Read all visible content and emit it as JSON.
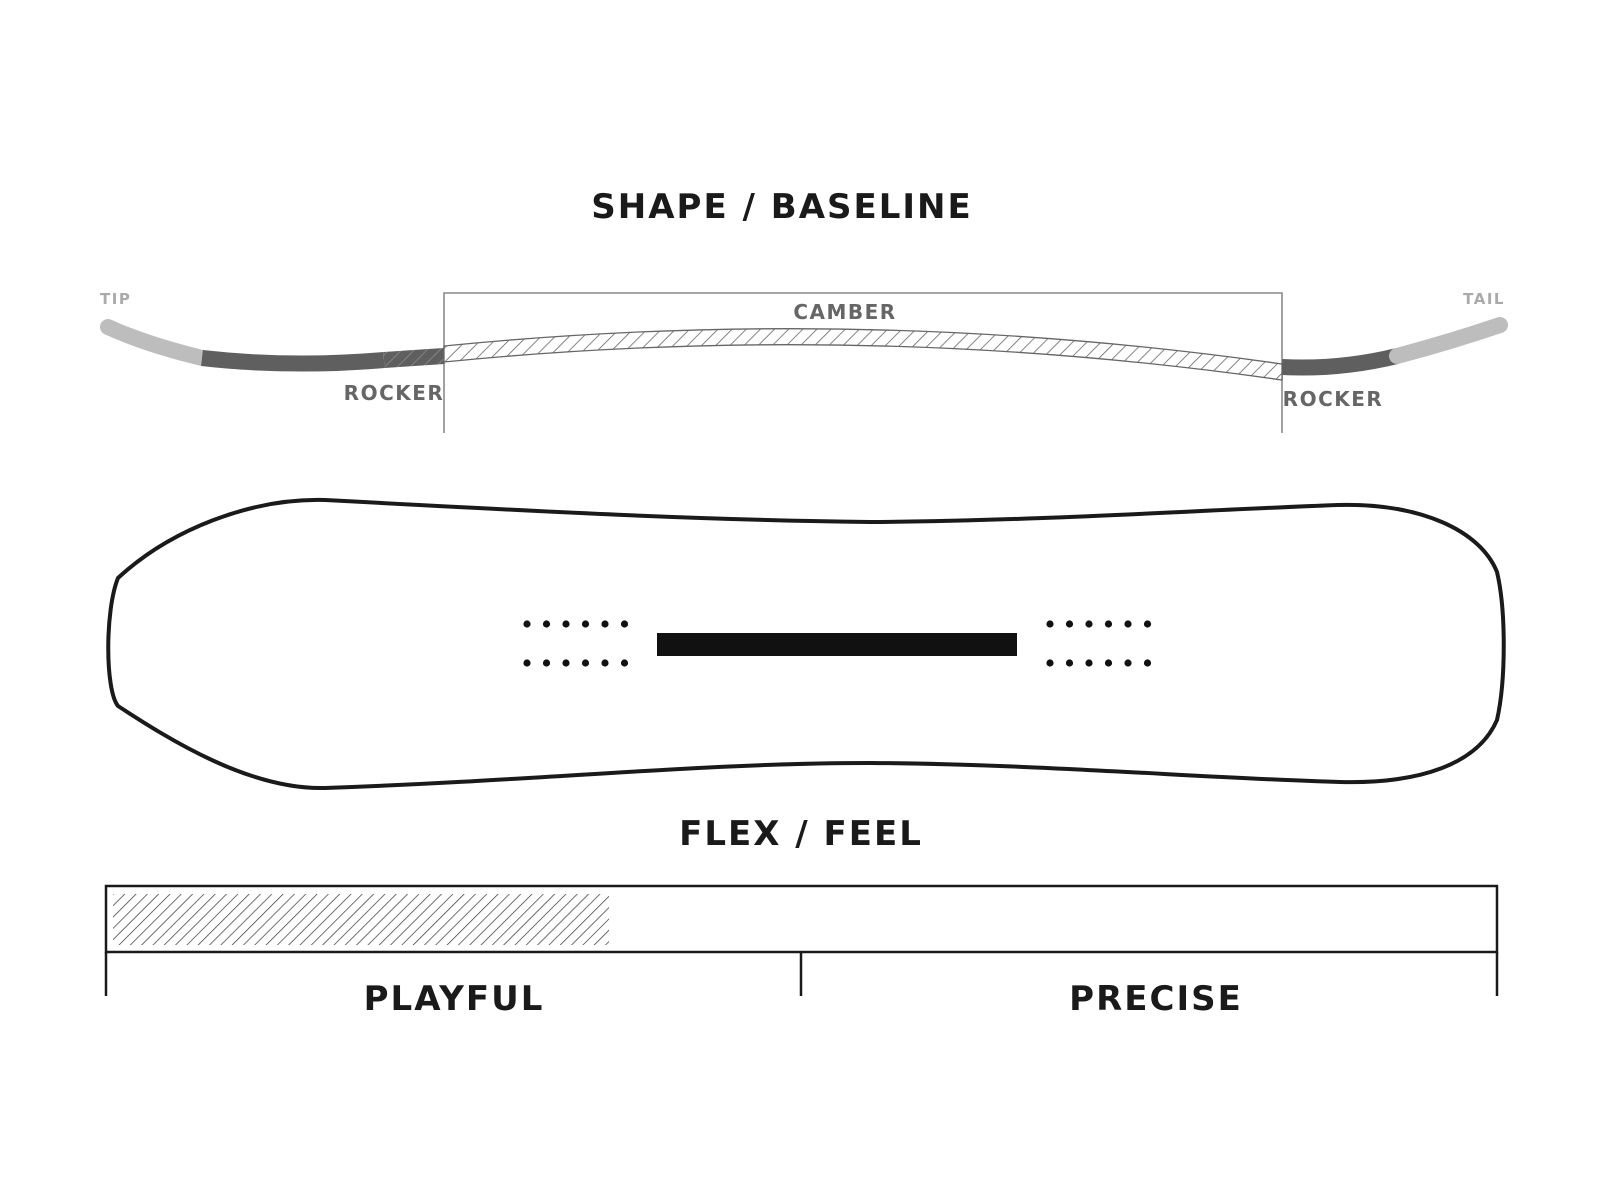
{
  "shape": {
    "title": "SHAPE / BASELINE",
    "labels": {
      "tip": "TIP",
      "tail": "TAIL",
      "camber": "CAMBER",
      "rocker_left": "ROCKER",
      "rocker_right": "ROCKER"
    }
  },
  "flex": {
    "title": "FLEX / FEEL",
    "scale_left": "PLAYFUL",
    "scale_right": "PRECISE",
    "level_fraction": 0.36
  },
  "inserts": {
    "per_row": 6,
    "rows_per_side": 2
  },
  "colors": {
    "ink": "#1a1a1a",
    "tip_gray": "#bdbdbd",
    "rocker_gray": "#5f5f5f",
    "label_gray": "#666666",
    "light_label": "#aaaaaa",
    "guide_line": "#8a8a8a"
  }
}
